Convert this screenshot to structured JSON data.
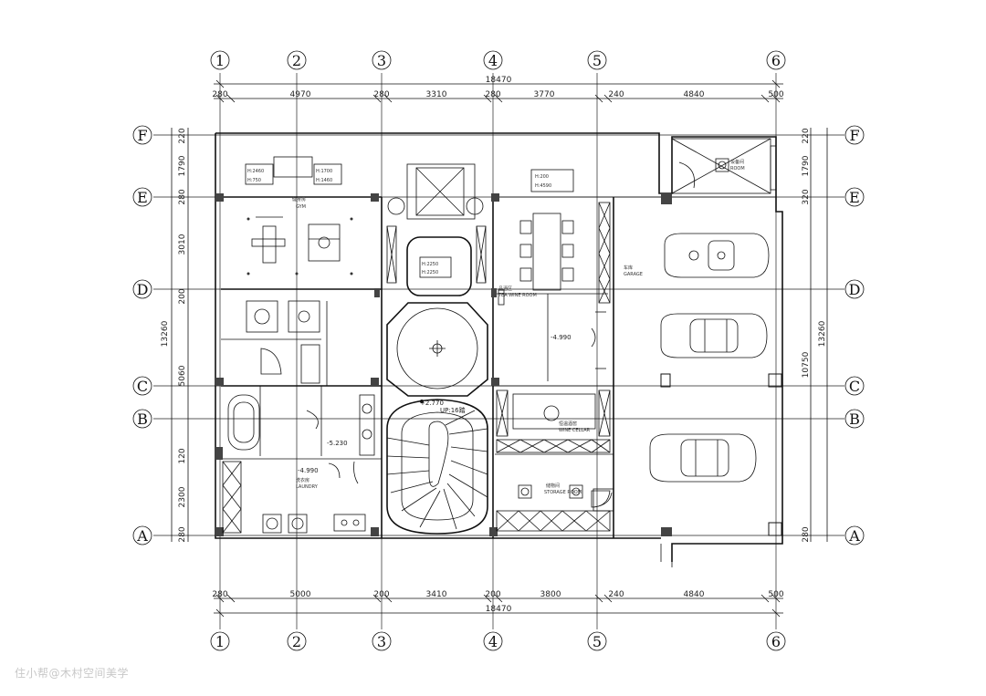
{
  "grid": {
    "columns": [
      "1",
      "2",
      "3",
      "4",
      "5",
      "6"
    ],
    "rows": [
      "F",
      "E",
      "D",
      "C",
      "B",
      "A"
    ]
  },
  "dims": {
    "top_total": "18470",
    "top_segments": [
      "280",
      "4970",
      "280",
      "3310",
      "280",
      "3770",
      "240",
      "4840",
      "500"
    ],
    "bottom_total": "18470",
    "bottom_segments": [
      "280",
      "5000",
      "200",
      "3410",
      "200",
      "3800",
      "240",
      "4840",
      "500"
    ],
    "left_total": "13260",
    "left_segments": [
      "220",
      "1790",
      "280",
      "3010",
      "200",
      "5060",
      "120",
      "2300",
      "280"
    ],
    "right_total": "13260",
    "right_inner": "10750",
    "right_segments": [
      "220",
      "1790",
      "320"
    ],
    "right_bottom": "280"
  },
  "heights": {
    "gym_a": "H:2460",
    "gym_b": "H:750",
    "gym_c": "H:1700",
    "gym_d": "H:1460",
    "lift_a": "H:200",
    "lift_b": "H:4590",
    "stair_a": "H:2250",
    "stair_b": "H:2250"
  },
  "levels": {
    "garage": "-4.990",
    "stair": "+2.770",
    "up": "UP:16踏",
    "bath": "-5.230",
    "laundry": "-4.990"
  },
  "rooms": {
    "gym": "健身房",
    "gym_en": "GYM",
    "garage": "车库",
    "garage_en": "GARAGE",
    "wine_bar": "品酒区",
    "wine_bar_en": "TEA WINE ROOM",
    "cellar": "恒温酒窖",
    "cellar_en": "WINE CELLAR",
    "storage": "储物间",
    "storage_en": "STORAGE ROOM",
    "laundry": "洗衣房",
    "laundry_en": "LAUNDRY",
    "equip": "设备间",
    "equip_en": "ROOM"
  },
  "watermark": "住小帮@木村空间美学"
}
